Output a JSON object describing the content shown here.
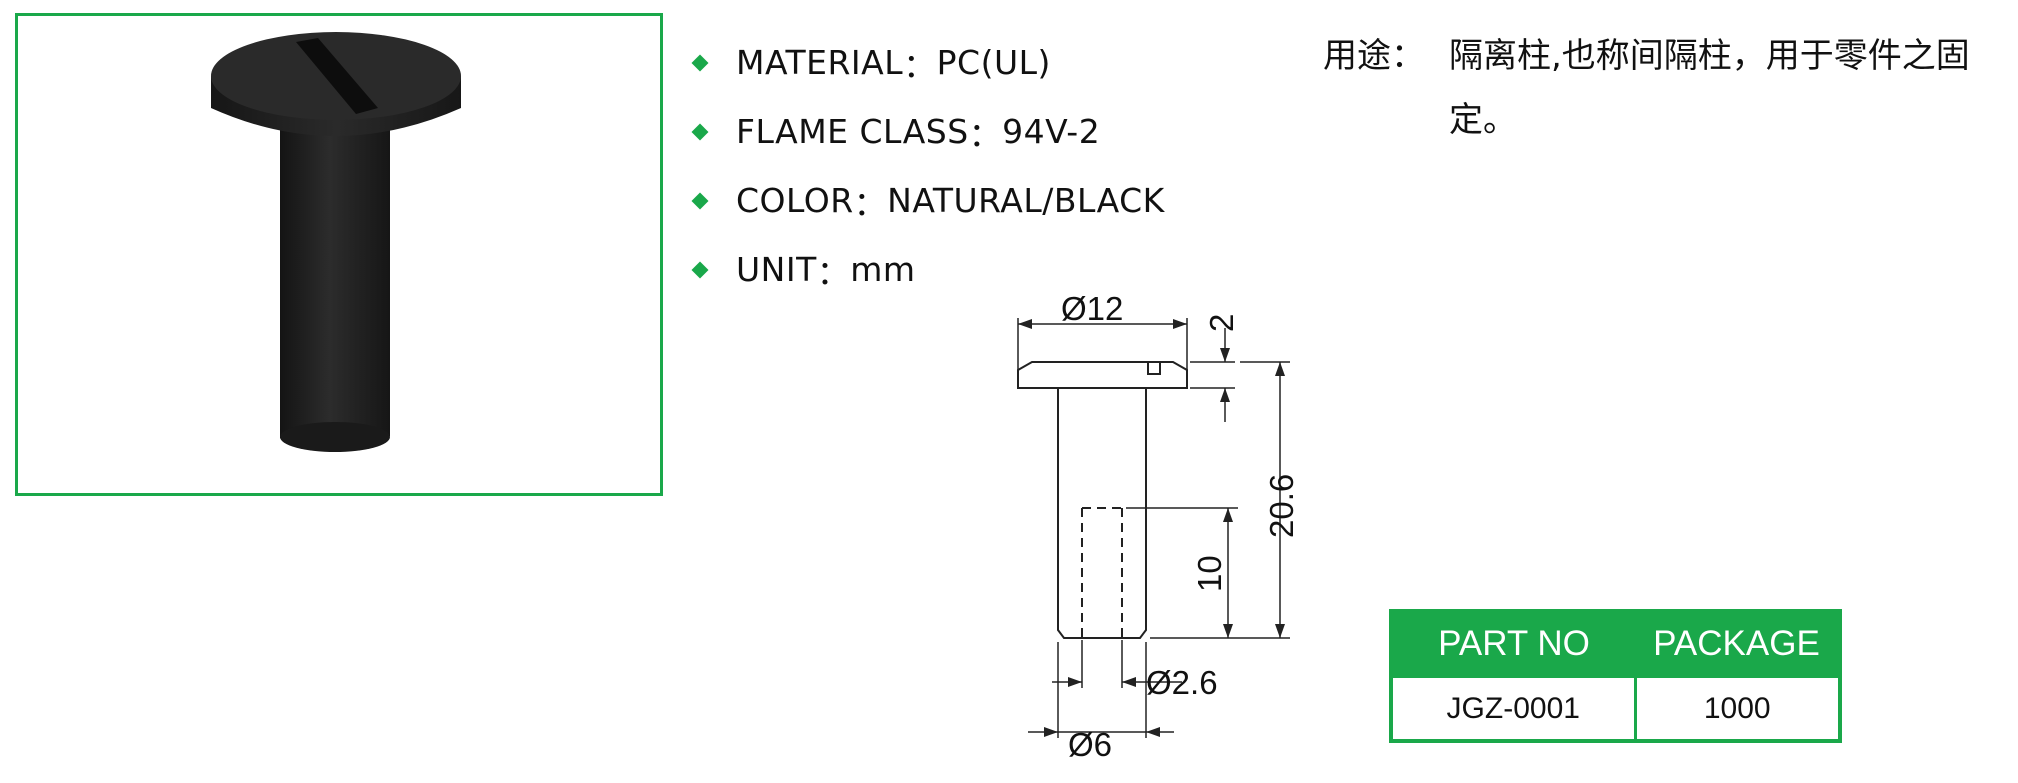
{
  "specs": [
    {
      "label": "MATERIAL",
      "sep": "：",
      "value": "PC(UL)"
    },
    {
      "label": "FLAME CLASS",
      "sep": "：",
      "value": "94V-2"
    },
    {
      "label": "COLOR",
      "sep": "：",
      "value": "NATURAL/BLACK"
    },
    {
      "label": "UNIT",
      "sep": "：",
      "value": "mm"
    }
  ],
  "usage": {
    "label": "用途：",
    "text": "隔离柱,也称间隔柱，用于零件之固定。"
  },
  "dimensions": {
    "head_diameter": "Ø12",
    "head_height": "2",
    "total_length": "20.6",
    "hole_depth": "10",
    "hole_diameter": "Ø2.6",
    "shaft_diameter": "Ø6"
  },
  "table": {
    "headers": [
      "PART NO",
      "PACKAGE"
    ],
    "rows": [
      [
        "JGZ-0001",
        "1000"
      ]
    ]
  },
  "colors": {
    "accent": "#1aa84a",
    "part": "#1f1f1f"
  }
}
